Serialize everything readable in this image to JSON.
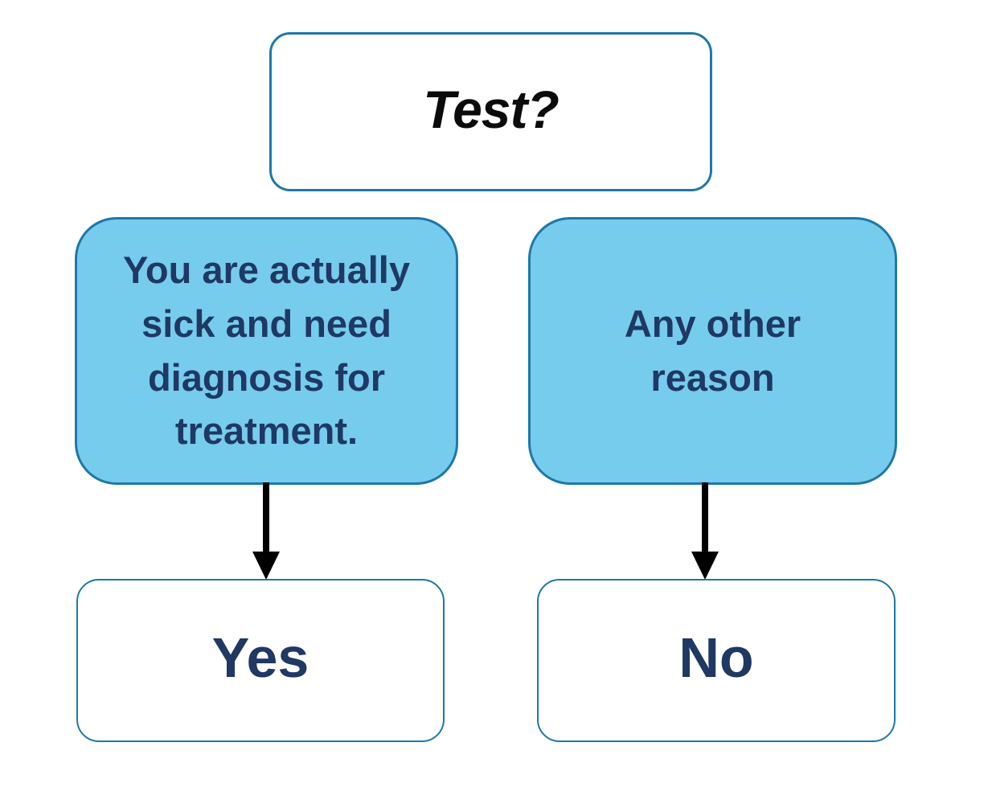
{
  "diagram": {
    "root": {
      "label": "Test?"
    },
    "branches": {
      "left": {
        "condition": "You are actually\nsick and need\ndiagnosis for\ntreatment.",
        "result": "Yes"
      },
      "right": {
        "condition": "Any other\nreason",
        "result": "No"
      }
    },
    "colors": {
      "border": "#1E78A9",
      "condition_fill": "#76CCEC",
      "result_fill": "#FFFFFF",
      "root_text": "#0B0B0B",
      "navy_text": "#1F3864",
      "arrow": "#000000"
    }
  }
}
